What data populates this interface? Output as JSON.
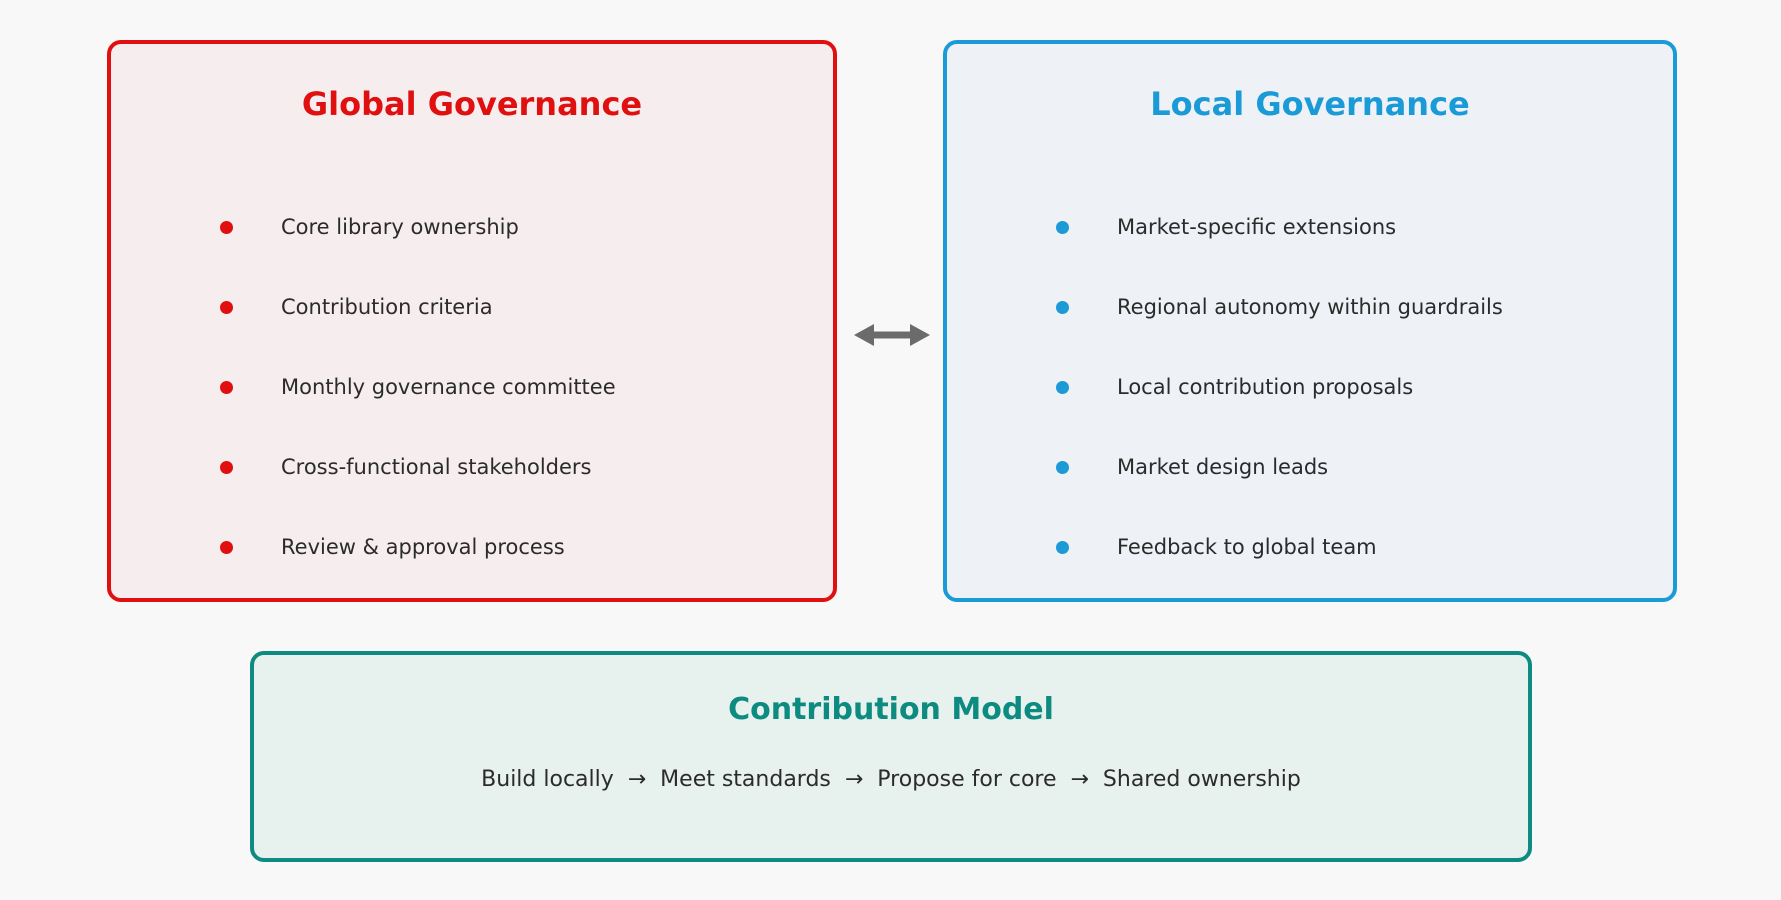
{
  "page": {
    "background_color": "#f8f8f8",
    "text_color": "#2b2b2b"
  },
  "global_box": {
    "title": "Global Governance",
    "accent_color": "#e01010",
    "background_color": "#f6eeee",
    "items": [
      "Core library ownership",
      "Contribution criteria",
      "Monthly governance committee",
      "Cross-functional stakeholders",
      "Review & approval process"
    ]
  },
  "local_box": {
    "title": "Local Governance",
    "accent_color": "#1a9ad6",
    "background_color": "#eef1f6",
    "items": [
      "Market-specific extensions",
      "Regional autonomy within guardrails",
      "Local contribution proposals",
      "Market design leads",
      "Feedback to global team"
    ]
  },
  "contribution_box": {
    "title": "Contribution Model",
    "accent_color": "#0d8b80",
    "background_color": "#e7f1ee",
    "flow": "Build locally  →  Meet standards  →  Propose for core  →  Shared ownership"
  },
  "connector": {
    "icon": "double-headed-arrow",
    "color": "#6b6b6b"
  }
}
